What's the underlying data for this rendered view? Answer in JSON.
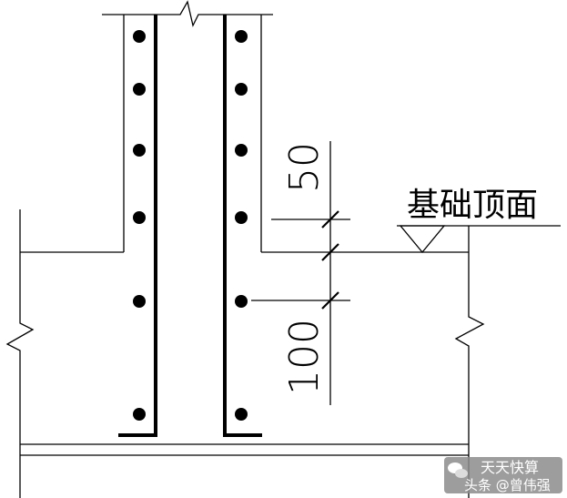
{
  "drawing": {
    "dimension_top": "50",
    "dimension_bottom": "100",
    "foundation_top_label": "基础顶面"
  },
  "watermark": {
    "line1": "天天快算",
    "line2": "头条 @曾伟强",
    "icon": "wechat-icon"
  },
  "colors": {
    "line": "#000000",
    "background": "#ffffff",
    "watermark_bg": "#8c8c8c"
  }
}
